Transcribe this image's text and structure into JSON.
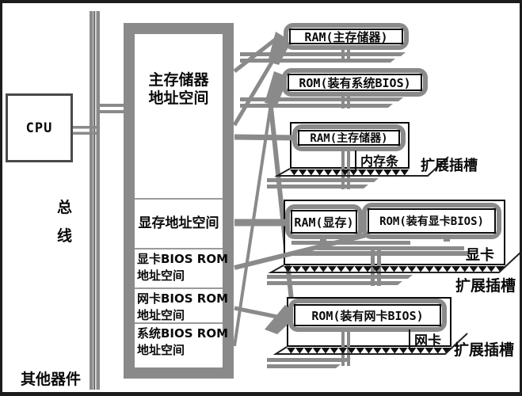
{
  "diagram": {
    "cpu_label": "CPU",
    "bus": {
      "label": "总线",
      "char1": "总",
      "char2": "线"
    },
    "other_devices": "其他器件",
    "address_space_box": {
      "sections": [
        {
          "line1": "主存储器",
          "line2": "地址空间"
        },
        {
          "line1": "显存地址空间",
          "line2": ""
        },
        {
          "line1": "显卡BIOS ROM",
          "line2": "地址空间"
        },
        {
          "line1": "网卡BIOS ROM",
          "line2": "地址空间"
        },
        {
          "line1": "系统BIOS ROM",
          "line2": "地址空间"
        }
      ]
    },
    "callouts": {
      "ram_main_top": "RAM(主存储器)",
      "rom_system": "ROM(装有系统BIOS)",
      "ram_main_module": "RAM(主存储器)",
      "ram_video": "RAM(显存)",
      "rom_video": "ROM(装有显卡BIOS)",
      "rom_network": "ROM(装有网卡BIOS)"
    },
    "cards": {
      "memory_module": "内存条",
      "video_card": "显卡",
      "network_card": "网卡"
    },
    "slot_label": "扩展插槽",
    "colors": {
      "line_gray": "#8a8a8a",
      "border_black": "#111111"
    }
  }
}
